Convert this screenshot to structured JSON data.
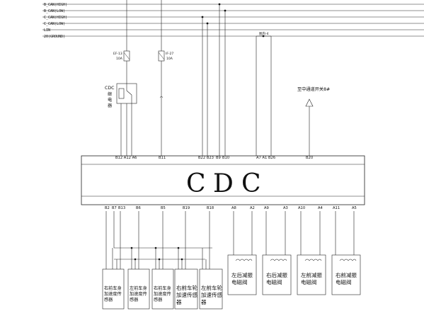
{
  "bus_lines": [
    "B_CAN(HIGH)",
    "B_CAN(LOW)",
    "C_CAN(HIGH)",
    "C_CAN(LOW)",
    "LIN",
    "20(GROUND)"
  ],
  "fuses": [
    {
      "name": "EF-13",
      "rating": "10A"
    },
    {
      "name": "IF-27",
      "rating": "10A"
    }
  ],
  "relay": {
    "title_lines": [
      "CDC",
      "继",
      "电",
      "器"
    ]
  },
  "top_connector": "图内-4",
  "switch_label": "至中通道开关8#",
  "module": {
    "label_c1": "C",
    "label_d": "D",
    "label_c2": "C"
  },
  "top_pins": [
    "B12 A12 A6",
    "B11",
    "B22 B23",
    "B9",
    "B10",
    "A7 A1 B26",
    "B20"
  ],
  "bottom_pins": [
    "B2",
    "B7",
    "B13",
    "B6",
    "B5",
    "B19",
    "B18",
    "A8",
    "A2",
    "A9",
    "A3",
    "A10",
    "A4",
    "A11",
    "A5"
  ],
  "sensors": [
    {
      "label": "右前车身加速度传感器"
    },
    {
      "label": "左前车身加速度传感器"
    },
    {
      "label": "右前车身加速度传感器"
    },
    {
      "label": "右前车轮加速传感器"
    },
    {
      "label": "左前车轮加速传感器"
    }
  ],
  "valves": [
    {
      "label": "左后减振电磁阀"
    },
    {
      "label": "右后减振电磁阀"
    },
    {
      "label": "左前减振电磁阀"
    },
    {
      "label": "右前减振电磁阀"
    }
  ]
}
